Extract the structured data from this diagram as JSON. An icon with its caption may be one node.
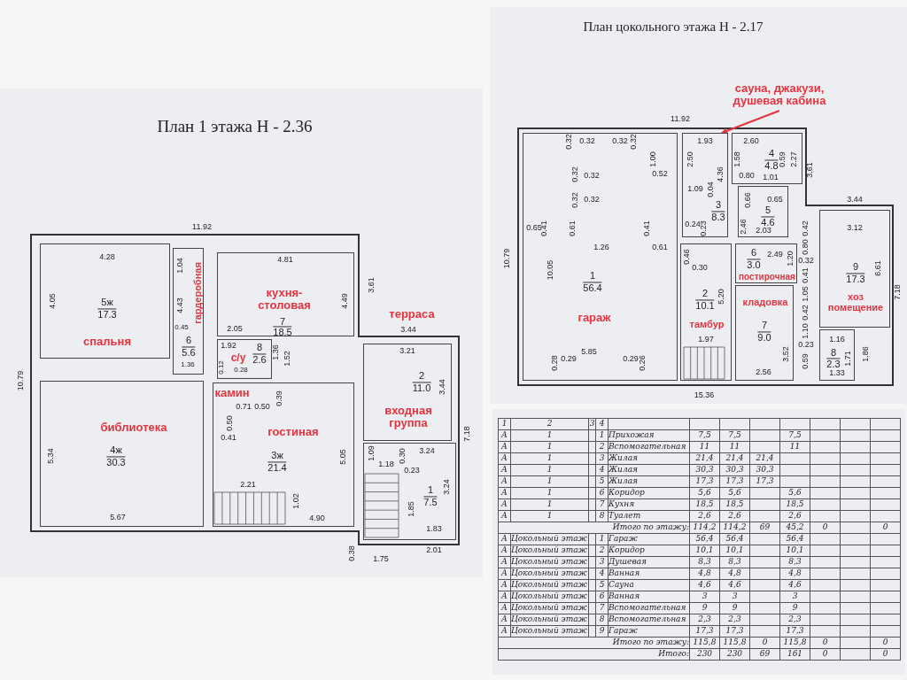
{
  "diagram": {
    "nodes": [
      {
        "text": [
          "5ж",
          "17.3",
          "спальня"
        ]
      },
      {
        "text": [
          "6",
          "5.6",
          "гардеробная"
        ]
      },
      {
        "text": [
          "кухня-столовая",
          "7",
          "18.5"
        ]
      },
      {
        "text": [
          "с/у",
          "8",
          "2.6"
        ]
      },
      {
        "text": [
          "библиотека",
          "4ж",
          "30.3"
        ]
      },
      {
        "text": [
          "гостиная",
          "3ж",
          "21.4"
        ]
      },
      {
        "text": [
          "2",
          "11.0",
          "входная группа"
        ]
      },
      {
        "text": [
          "1",
          "7.5"
        ]
      },
      {
        "text": [
          "сауна, джакузи, душевая кабина"
        ]
      },
      {
        "text": [
          "1",
          "56.4",
          "гараж"
        ]
      },
      {
        "text": [
          "3",
          "8.3"
        ]
      },
      {
        "text": [
          "4",
          "4.8"
        ]
      },
      {
        "text": [
          "5",
          "4.6"
        ]
      },
      {
        "text": [
          "6",
          "3.0",
          "постирочная"
        ]
      },
      {
        "text": [
          "9",
          "17.3",
          "хоз помещение"
        ]
      },
      {
        "text": [
          "2",
          "10.1",
          "тамбур"
        ]
      },
      {
        "text": [
          "кладовка",
          "7",
          "9.0"
        ]
      },
      {
        "text": [
          "8",
          "2.3"
        ]
      }
    ],
    "edges": [
      {
        "from": 8,
        "to": 10,
        "arrow": "to"
      }
    ],
    "labels": [
      "План 1 этажа  Н - 2.36",
      "11.92",
      "4.28",
      "4.81",
      "10.79",
      "4.05",
      "1.04",
      "4.43",
      "0.45",
      "3.61",
      "4.49",
      "терраса",
      "2.05",
      "1.92",
      "1.36",
      "1.52",
      "0.12",
      "0.28",
      "1.36",
      "3.44",
      "3.21",
      "3.44",
      "камин",
      "0.39",
      "0.71",
      "0.50",
      "0.50",
      "0.41",
      "5.34",
      "5.05",
      "7.18",
      "1.09",
      "1.18",
      "0.30",
      "0.23",
      "3.24",
      "3.24",
      "1.85",
      "1.83",
      "2.21",
      "1.02",
      "5.67",
      "4.90",
      "0.38",
      "1.75",
      "2.01",
      "План цокольного этажа  Н - 2.17",
      "11.92",
      "0.32",
      "0.32",
      "0.32",
      "0.32",
      "1.93",
      "2.60",
      "1.00",
      "2.50",
      "1.58",
      "0.59",
      "2.27",
      "0.32",
      "0.32",
      "0.52",
      "4.36",
      "0.80",
      "1.01",
      "3.61",
      "1.09",
      "0.04",
      "0.32",
      "0.32",
      "0.66",
      "0.65",
      "3.44",
      "0.65",
      "0.41",
      "0.61",
      "0.41",
      "0.24",
      "0.23",
      "2.46",
      "2.03",
      "0.42",
      "3.12",
      "1.26",
      "0.61",
      "0.80",
      "10.79",
      "0.46",
      "2.49",
      "1.20",
      "0.32",
      "10.05",
      "0.30",
      "0.41",
      "6.61",
      "5.20",
      "1.05",
      "7.18",
      "0.42",
      "1.10",
      "1.97",
      "0.23",
      "1.16",
      "0.28",
      "0.29",
      "5.85",
      "0.29",
      "0.26",
      "3.52",
      "0.59",
      "1.71",
      "1.86",
      "2.56",
      "1.33",
      "15.36",
      "1",
      "2",
      "3",
      "4",
      "А",
      "1",
      "1",
      "Прихожая",
      "7,5",
      "7,5",
      "7,5",
      "А",
      "1",
      "2",
      "Вспомогательная",
      "11",
      "11",
      "11",
      "А",
      "1",
      "3",
      "Жилая",
      "21,4",
      "21,4",
      "21,4",
      "А",
      "1",
      "4",
      "Жилая",
      "30,3",
      "30,3",
      "30,3",
      "А",
      "1",
      "5",
      "Жилая",
      "17,3",
      "17,3",
      "17,3",
      "А",
      "1",
      "6",
      "Коридор",
      "5,6",
      "5,6",
      "5,6",
      "А",
      "1",
      "7",
      "Кухня",
      "18,5",
      "18,5",
      "18,5",
      "А",
      "1",
      "8",
      "Туалет",
      "2,6",
      "2,6",
      "2,6",
      "Итого по этажу:",
      "114,2",
      "114,2",
      "69",
      "45,2",
      "0",
      "0",
      "А",
      "Цокольный этаж",
      "1",
      "Гараж",
      "56,4",
      "56,4",
      "56,4",
      "А",
      "Цокольный этаж",
      "2",
      "Коридор",
      "10,1",
      "10,1",
      "10,1",
      "А",
      "Цокольный этаж",
      "3",
      "Душевая",
      "8,3",
      "8,3",
      "8,3",
      "А",
      "Цокольный этаж",
      "4",
      "Ванная",
      "4,8",
      "4,8",
      "4,8",
      "А",
      "Цокольный этаж",
      "5",
      "Сауна",
      "4,6",
      "4,6",
      "4,6",
      "А",
      "Цокольный этаж",
      "6",
      "Ванная",
      "3",
      "3",
      "3",
      "А",
      "Цокольный этаж",
      "7",
      "Вспомогательная",
      "9",
      "9",
      "9",
      "А",
      "Цокольный этаж",
      "8",
      "Вспомогательная",
      "2,3",
      "2,3",
      "2,3",
      "А",
      "Цокольный этаж",
      "9",
      "Гараж",
      "17,3",
      "17,3",
      "17,3",
      "Итого по этажу:",
      "115,8",
      "115,8",
      "0",
      "115,8",
      "0",
      "0",
      "Итого:",
      "230",
      "230",
      "69",
      "161",
      "0",
      "0"
    ]
  }
}
